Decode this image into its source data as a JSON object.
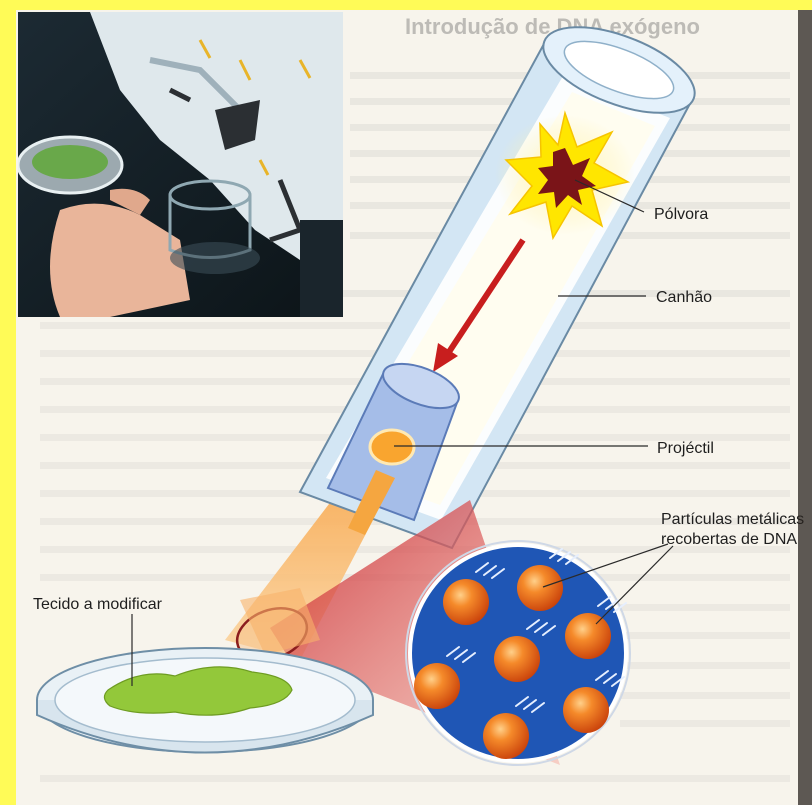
{
  "labels": {
    "powder": "Pólvora",
    "barrel": "Canhão",
    "projectile": "Projéctil",
    "particles_line1": "Partículas metálicas",
    "particles_line2": "recobertas de DNA",
    "tissue": "Tecido a modificar"
  },
  "background_page": {
    "heading": "Introdução de DNA exógeno"
  },
  "colors": {
    "frame": "#fffb57",
    "page": "#f7f4ec",
    "barrel": "#cfe3f3",
    "particle_disc": "#1f56b5",
    "particle": "#f07a1e",
    "tissue": "#93c83a",
    "beam": "#f7a94a",
    "arrow": "#c81e1e",
    "explosion": "#ffe000",
    "powder_core": "#7a1418"
  },
  "icons": {
    "explosion": "explosion-icon",
    "arrow": "down-arrow-icon"
  }
}
